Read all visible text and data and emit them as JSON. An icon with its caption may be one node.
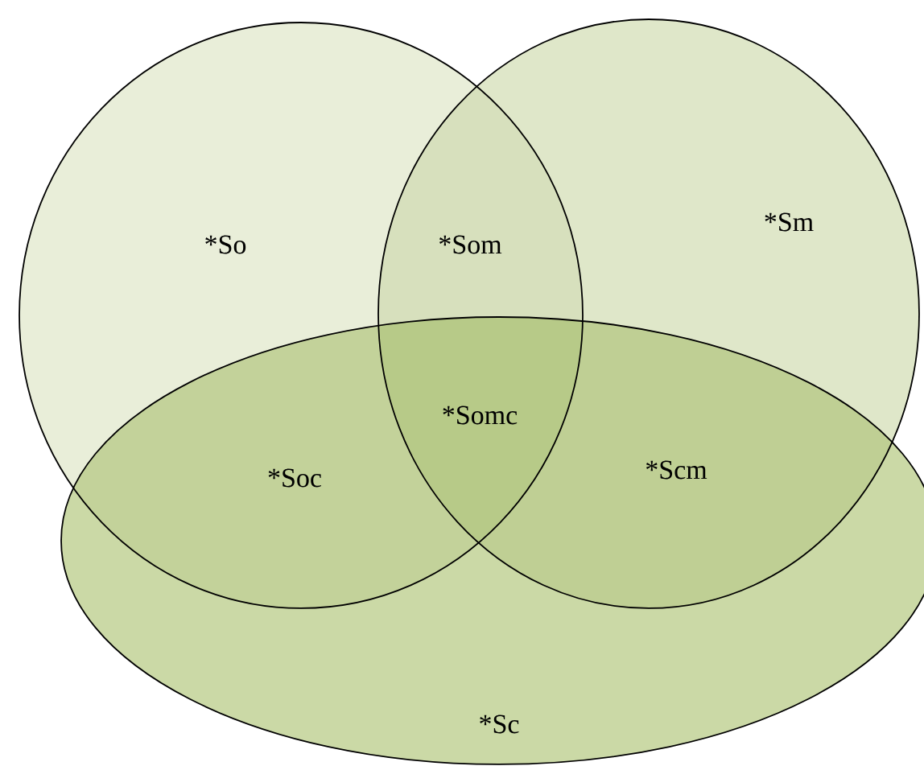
{
  "diagram": {
    "nodes": [
      {
        "text": [
          "*So"
        ]
      },
      {
        "text": [
          "*Sm"
        ]
      },
      {
        "text": [
          "*Sc"
        ]
      }
    ],
    "labels": [
      "*Som",
      "*Somc",
      "*Soc",
      "*Scm"
    ]
  }
}
